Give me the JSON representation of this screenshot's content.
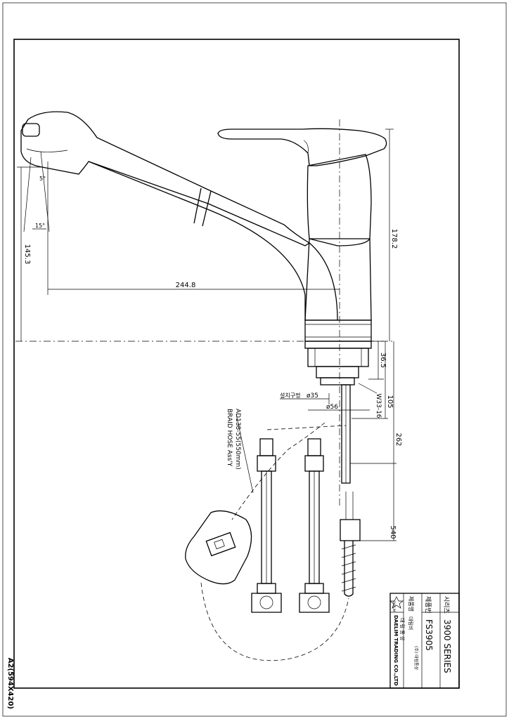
{
  "sheet_size": "A2(594X420)",
  "dimensions": {
    "spout_angle": "15°",
    "spray_angle": "5°",
    "spout_height": "145.3",
    "spout_reach": "244.8",
    "overall_height": "178.2",
    "base_height": "36.5",
    "shank_length": "105",
    "hose_drop": "262",
    "hose_length": "540",
    "install_hole_label": "설치구멍",
    "install_hole_dia": "ø35",
    "thread": "W33-16",
    "base_dia": "ø56"
  },
  "callout": {
    "part_no": "AD138-55(550mm)",
    "part_name": "BRAID HOSE Ass'Y"
  },
  "title_block": {
    "series_label": "시리즈",
    "series_value": "3900  SERIES",
    "product_label": "제품번",
    "product_value": "FS3905",
    "name_label": "제품명",
    "company_line": "대림비 ",
    "company_small": "(주) 대림통상",
    "company_en": "DAELIM TRADING CO.,LTD",
    "company_kr": "대 림 통 상",
    "logo_text": "DAELIM"
  }
}
